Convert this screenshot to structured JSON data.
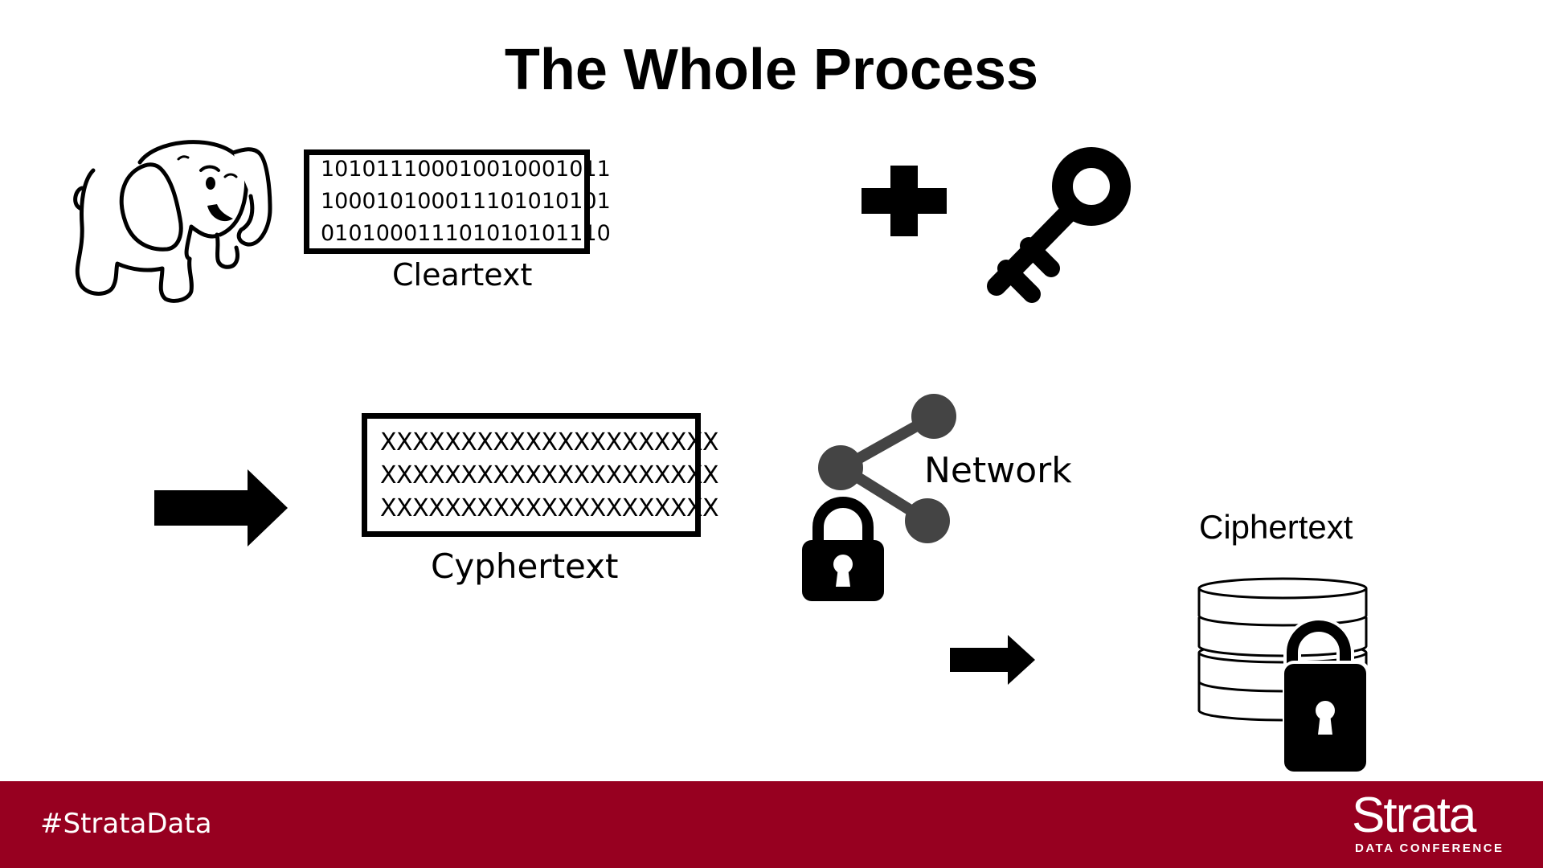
{
  "title": "The Whole Process",
  "cleartext": {
    "lines": [
      "10101110001001000101​1",
      "1000101000111010101​01",
      "01010001110101010111​0"
    ],
    "label": "Cleartext"
  },
  "cyphertext": {
    "lines": [
      "XXXXXXXXXXXXXXXXXXXXX",
      "XXXXXXXXXXXXXXXXXXXXX",
      "XXXXXXXXXXXXXXXXXXXXX"
    ],
    "label": "Cyphertext"
  },
  "network": {
    "label": "Network"
  },
  "storage": {
    "label": "Ciphertext"
  },
  "footer": {
    "hashtag": "#StrataData",
    "brand": "Strata",
    "brand_sub": "DATA CONFERENCE",
    "color": "#970020"
  },
  "icons": [
    "elephant-icon",
    "plus-icon",
    "key-icon",
    "arrow-right-icon",
    "share-network-icon",
    "padlock-icon",
    "database-icon"
  ]
}
